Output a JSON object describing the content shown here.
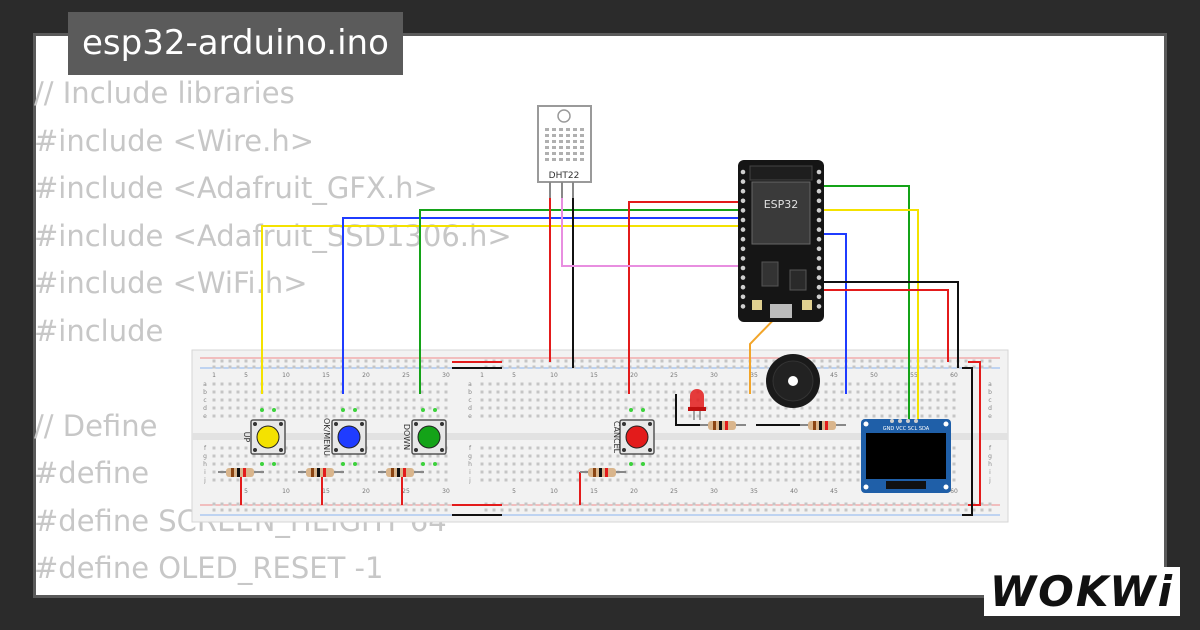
{
  "file_tab": {
    "name": "esp32-arduino.ino"
  },
  "code_lines": [
    "// Include libraries",
    "#include <Wire.h>",
    "#include <Adafruit_GFX.h>",
    "#include <Adafruit_SSD1306.h>",
    "#include <WiFi.h>",
    "#include",
    "",
    "// Define",
    "#define",
    "#define SCREEN_HEIGHT 64",
    "#define OLED_RESET -1"
  ],
  "components": {
    "sensor_label": "DHT22",
    "mcu_label": "ESP32",
    "buttons": [
      {
        "label": "UP",
        "color": "#f4e200"
      },
      {
        "label": "OK/MENU",
        "color": "#1f3cff"
      },
      {
        "label": "DOWN",
        "color": "#14a318"
      },
      {
        "label": "CANCEL",
        "color": "#e31b1b"
      }
    ],
    "oled_pins": "GND VCC SCL SDA"
  },
  "breadboard": {
    "top_numbers": [
      "1",
      "5",
      "10",
      "15",
      "20",
      "25",
      "30",
      "1",
      "5",
      "10",
      "15",
      "20",
      "25",
      "30",
      "35",
      "40",
      "45",
      "50",
      "55",
      "60"
    ],
    "bottom_numbers": [
      "5",
      "10",
      "15",
      "20",
      "25",
      "30",
      "5",
      "10",
      "15",
      "20",
      "25",
      "30",
      "35",
      "40",
      "45",
      "50",
      "55",
      "60"
    ],
    "row_letters_top": [
      "a",
      "b",
      "c",
      "d",
      "e"
    ],
    "row_letters_bottom": [
      "f",
      "g",
      "h",
      "i",
      "j"
    ]
  },
  "brand": {
    "logo_text": "WOKWi"
  },
  "colors": {
    "wire_yellow": "#f4e200",
    "wire_blue": "#1f3cff",
    "wire_green": "#14a318",
    "wire_red": "#e31b1b",
    "wire_black": "#111111",
    "wire_pink": "#e88ee0",
    "wire_orange": "#f2a52a"
  }
}
